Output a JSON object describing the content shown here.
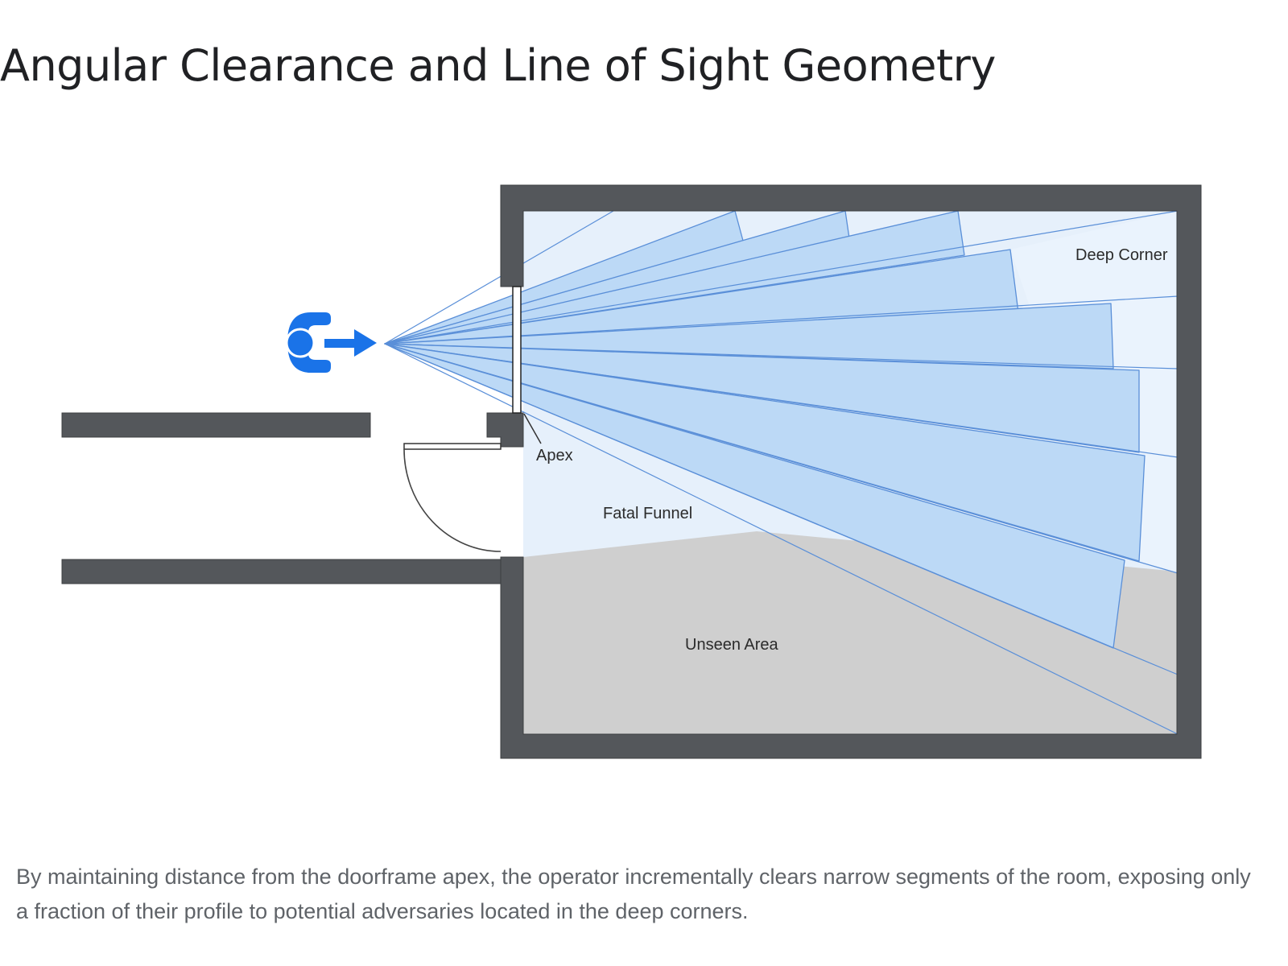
{
  "title": "Angular Clearance and Line of Sight Geometry",
  "diagram": {
    "labels": {
      "apex": "Apex",
      "fatal_funnel": "Fatal Funnel",
      "deep_corner": "Deep Corner",
      "unseen_area": "Unseen Area"
    },
    "icons": {
      "operator": "operator-icon",
      "direction": "arrow-right-icon"
    },
    "colors": {
      "wall": "#54575b",
      "floor_unseen": "#cfcfcf",
      "sight_fill": "#bcd9f6",
      "sight_line": "#5a8fd8",
      "operator": "#1a73e8"
    }
  },
  "caption": "By maintaining distance from the doorframe apex, the operator incrementally clears narrow segments of the room, exposing only a fraction of their profile to potential adversaries located in the deep corners."
}
